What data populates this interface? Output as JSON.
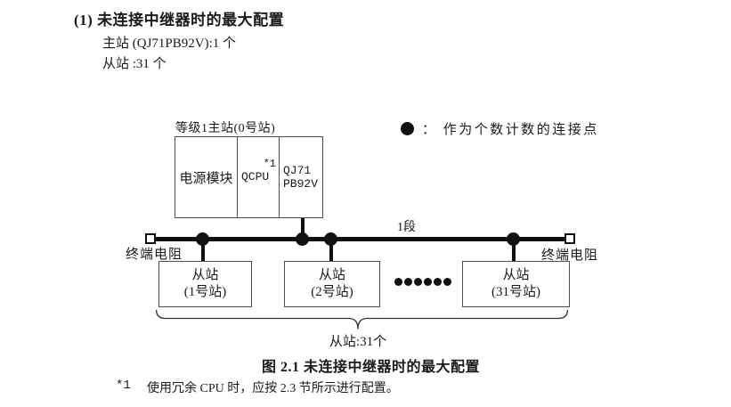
{
  "document": {
    "heading": "(1) 未连接中继器时的最大配置",
    "master_spec": "主站 (QJ71PB92V):1 个",
    "slave_spec": "从站 :31 个",
    "caption": "图 2.1 未连接中继器时的最大配置",
    "footnote_marker": "*1",
    "footnote_text": "使用冗余 CPU 时，应按 2.3 节所示进行配置。"
  },
  "legend": {
    "label": "： 作为个数计数的连接点"
  },
  "diagram": {
    "master_group_label": "等级1主站(0号站)",
    "power_module": "电源模块",
    "cpu_module": "QCPU",
    "cpu_footnote": "*1",
    "network_module_line1": "QJ71",
    "network_module_line2": "PB92V",
    "segment_label": "1段",
    "terminator_left_label": "终端电阻",
    "terminator_right_label": "终端电阻",
    "slaves": [
      {
        "title": "从站",
        "station": "(1号站)"
      },
      {
        "title": "从站",
        "station": "(2号站)"
      },
      {
        "title": "从站",
        "station": "(31号站)"
      }
    ],
    "slave_count_label": "从站:31个"
  },
  "colors": {
    "ink": "#1a1a1a",
    "line": "#111111",
    "box_border": "#4f4f4f"
  }
}
